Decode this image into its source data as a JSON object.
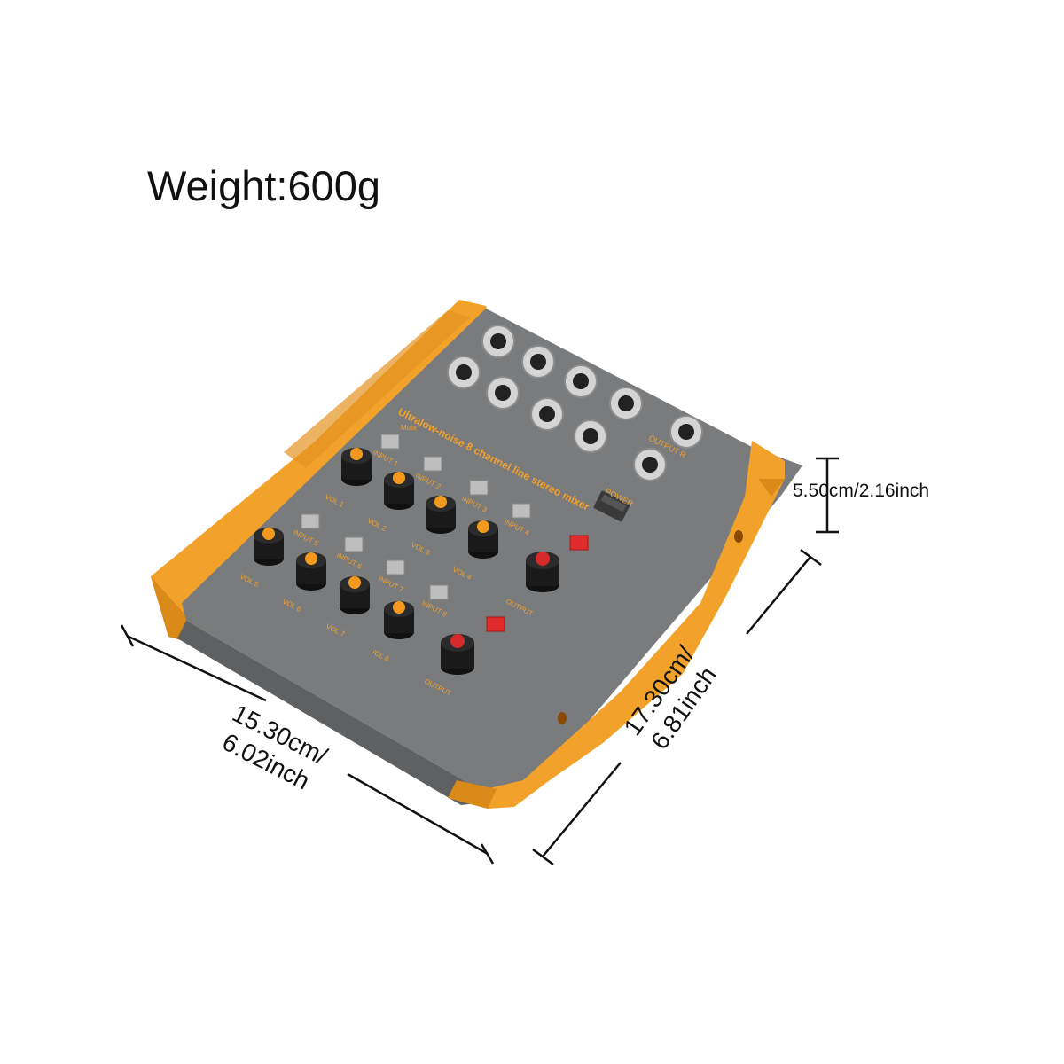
{
  "header": {
    "weight_label": "Weight:600g"
  },
  "dimensions": {
    "height": "5.50cm/2.16inch",
    "width_line1": "15.30cm/",
    "width_line2": "6.02inch",
    "depth_line1": "17.30cm/",
    "depth_line2": "6.81inch"
  },
  "device": {
    "panel_title": "Ultralow-noise 8 channel line stereo mixer",
    "power_label": "POWER",
    "output_label": "OUTPUT",
    "output_r_label": "OUTPUT R",
    "mute_label": "Mute",
    "colors": {
      "housing": "#f2a12a",
      "panel": "#7a7b7d",
      "knob": "#1a1a1a",
      "knob_cap_orange": "#f39a1e",
      "knob_cap_red": "#d42a2a",
      "jack": "#c9c9c9",
      "button": "#bdbdbd",
      "button_red": "#e02b2b"
    },
    "volume_labels": [
      "VOL 1",
      "VOL 2",
      "VOL 3",
      "VOL 4",
      "VOL 5",
      "VOL 6",
      "VOL 7",
      "VOL 8"
    ],
    "input_labels": [
      "INPUT 1",
      "INPUT 2",
      "INPUT 3",
      "INPUT 4",
      "INPUT 5",
      "INPUT 6",
      "INPUT 7",
      "INPUT 8"
    ]
  }
}
